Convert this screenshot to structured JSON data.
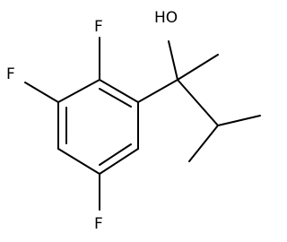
{
  "structure": {
    "atoms": {
      "oh": "HO",
      "f_ortho": "F",
      "f_meta": "F",
      "f_para": "F"
    }
  },
  "colors": {
    "bond": "#000000",
    "label": "#000000",
    "background": "#ffffff"
  }
}
